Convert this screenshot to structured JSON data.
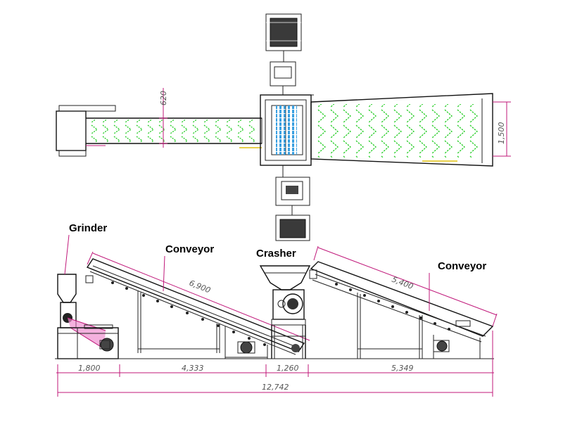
{
  "labels": {
    "grinder": "Grinder",
    "conveyor_left": "Conveyor",
    "crasher": "Crasher",
    "conveyor_right": "Conveyor"
  },
  "dimensions": {
    "plan_belt_width": "620",
    "plan_wide_belt_width": "1,500",
    "left_conveyor_length": "6,900",
    "right_conveyor_length": "5,400",
    "seg1": "1,800",
    "seg2": "4,333",
    "seg3": "1,260",
    "seg4": "5,349",
    "total": "12,742"
  },
  "colors": {
    "belt_pattern": "#22cc22",
    "dimension_lines": "#c0187a",
    "crusher_blades": "#3aa0e0",
    "line_art": "#222222"
  }
}
